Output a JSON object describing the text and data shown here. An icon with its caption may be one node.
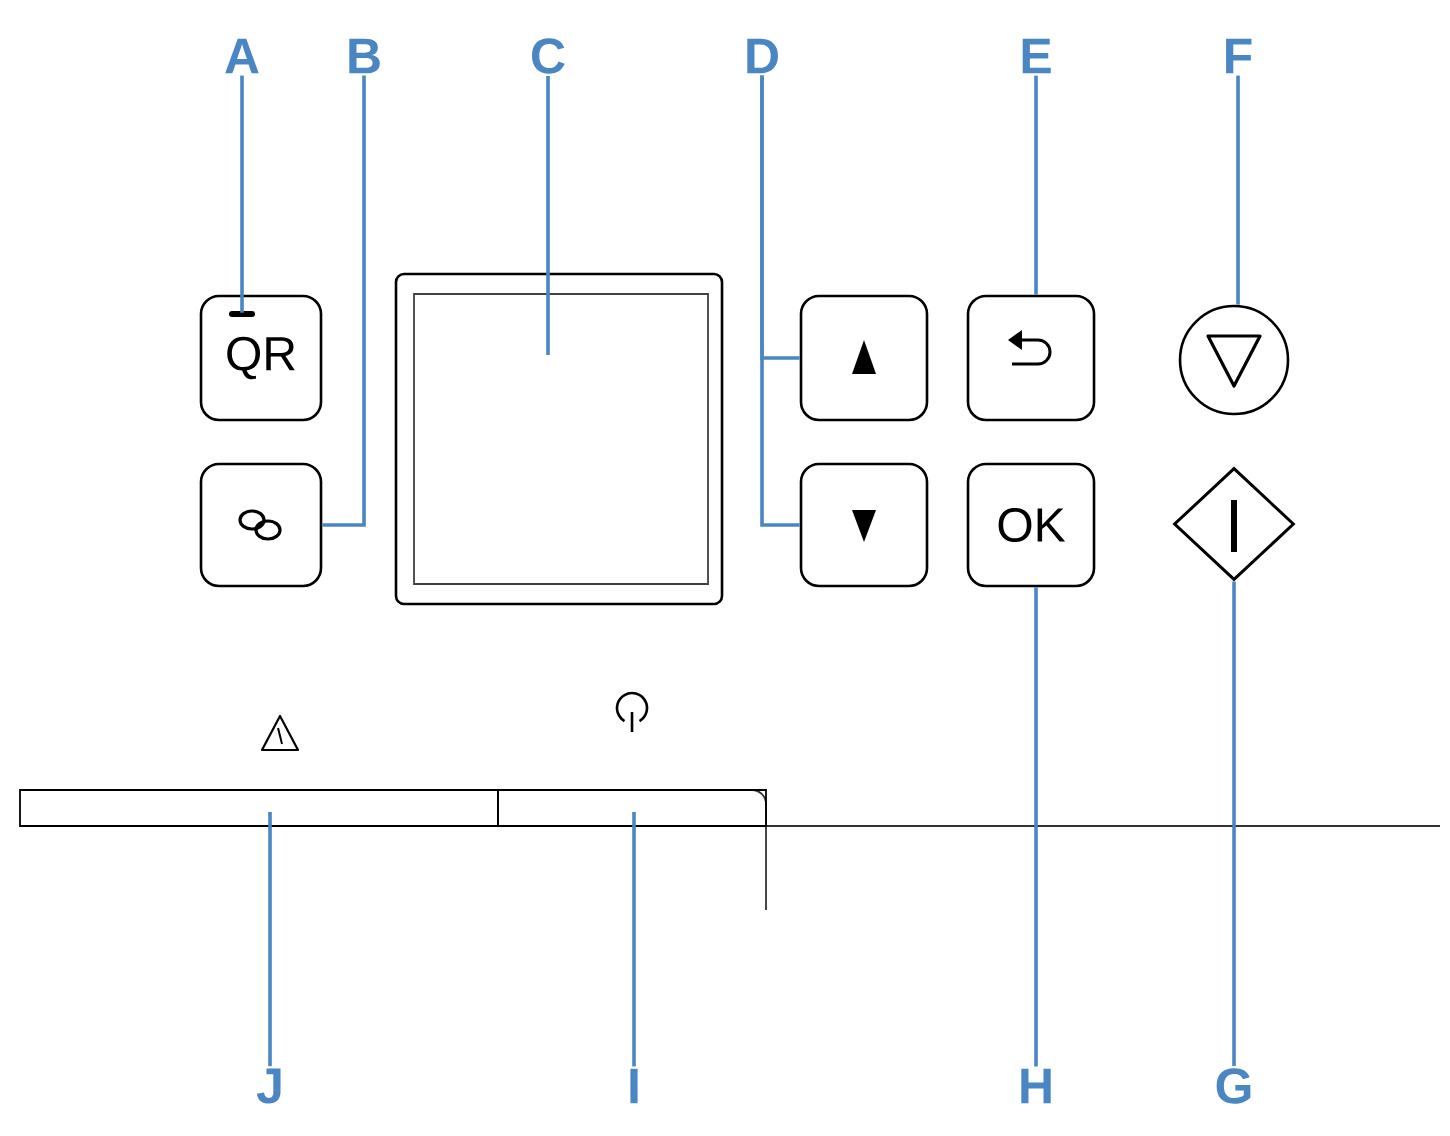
{
  "diagram": {
    "nodes": [
      {
        "text": [
          "A"
        ]
      },
      {
        "text": [
          "B"
        ]
      },
      {
        "text": [
          "C"
        ]
      },
      {
        "text": [
          "D"
        ]
      },
      {
        "text": [
          "E"
        ]
      },
      {
        "text": [
          "F"
        ]
      },
      {
        "text": [
          "G"
        ]
      },
      {
        "text": [
          "H"
        ]
      },
      {
        "text": [
          "I"
        ]
      },
      {
        "text": [
          "J"
        ]
      },
      {
        "text": [
          "QR"
        ]
      },
      {
        "text": [],
        "shape": "box"
      },
      {
        "text": [],
        "shape": "box"
      },
      {
        "text": [],
        "shape": "box"
      },
      {
        "text": [],
        "shape": "box"
      },
      {
        "text": [],
        "shape": "box"
      },
      {
        "text": [],
        "shape": "circle"
      },
      {
        "text": [
          "OK"
        ]
      },
      {
        "text": [],
        "shape": "diamond"
      },
      {
        "text": [],
        "shape": "bar"
      },
      {
        "text": [],
        "shape": "bar"
      }
    ],
    "edges": [
      {
        "from": 0,
        "to": 10,
        "arrow": "none"
      },
      {
        "from": 1,
        "to": 11,
        "arrow": "none"
      },
      {
        "from": 2,
        "to": 12,
        "arrow": "none"
      },
      {
        "from": 3,
        "to": 13,
        "arrow": "none"
      },
      {
        "from": 3,
        "to": 14,
        "arrow": "none"
      },
      {
        "from": 4,
        "to": 15,
        "arrow": "none"
      },
      {
        "from": 5,
        "to": 16,
        "arrow": "none"
      },
      {
        "from": 7,
        "to": 17,
        "arrow": "none"
      },
      {
        "from": 6,
        "to": 18,
        "arrow": "none"
      },
      {
        "from": 9,
        "to": 19,
        "arrow": "none"
      },
      {
        "from": 8,
        "to": 20,
        "arrow": "none"
      }
    ]
  }
}
